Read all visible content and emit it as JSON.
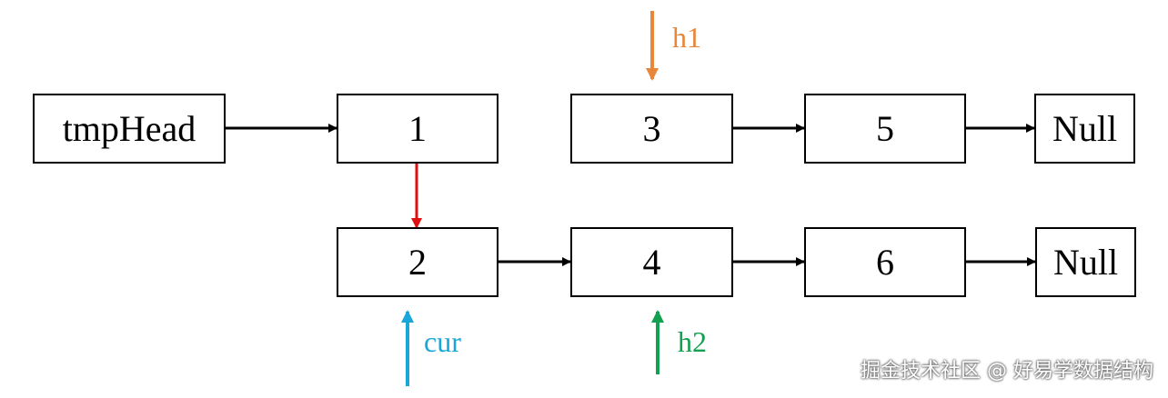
{
  "nodes": {
    "tmphead": "tmpHead",
    "n1": "1",
    "n3": "3",
    "n5": "5",
    "null_top": "Null",
    "n2": "2",
    "n4": "4",
    "n6": "6",
    "null_bottom": "Null"
  },
  "pointers": {
    "h1": {
      "label": "h1",
      "color": "#E8873A"
    },
    "cur": {
      "label": "cur",
      "color": "#1AA6D8"
    },
    "h2": {
      "label": "h2",
      "color": "#12A150"
    }
  },
  "link_colors": {
    "default": "#000000",
    "highlight": "#E01010"
  },
  "watermark": "掘金技术社区 @ 好易学数据结构"
}
